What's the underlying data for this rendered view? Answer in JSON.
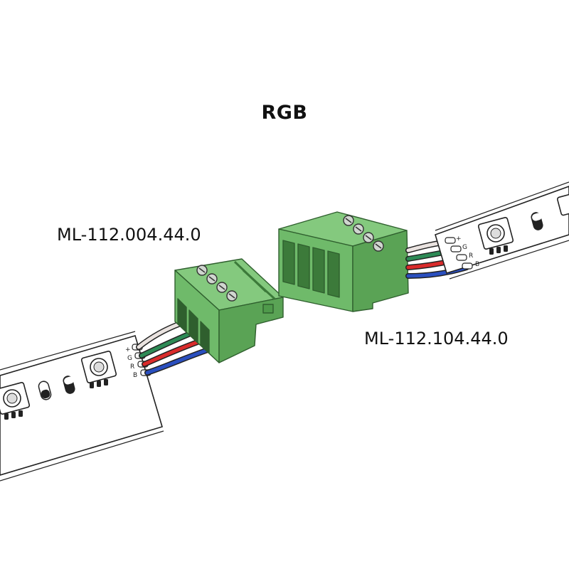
{
  "title": "RGB",
  "connectors": {
    "left_part": "ML-112.004.44.0",
    "right_part": "ML-112.104.44.0"
  },
  "pins": [
    "+",
    "G",
    "R",
    "B"
  ],
  "colors": {
    "connector_green": "#6fba6a",
    "connector_dark": "#3c7a3a",
    "wire_white": "#eae3e0",
    "wire_green": "#2d8a55",
    "wire_red": "#d92b2b",
    "wire_blue": "#2a4fbf"
  }
}
